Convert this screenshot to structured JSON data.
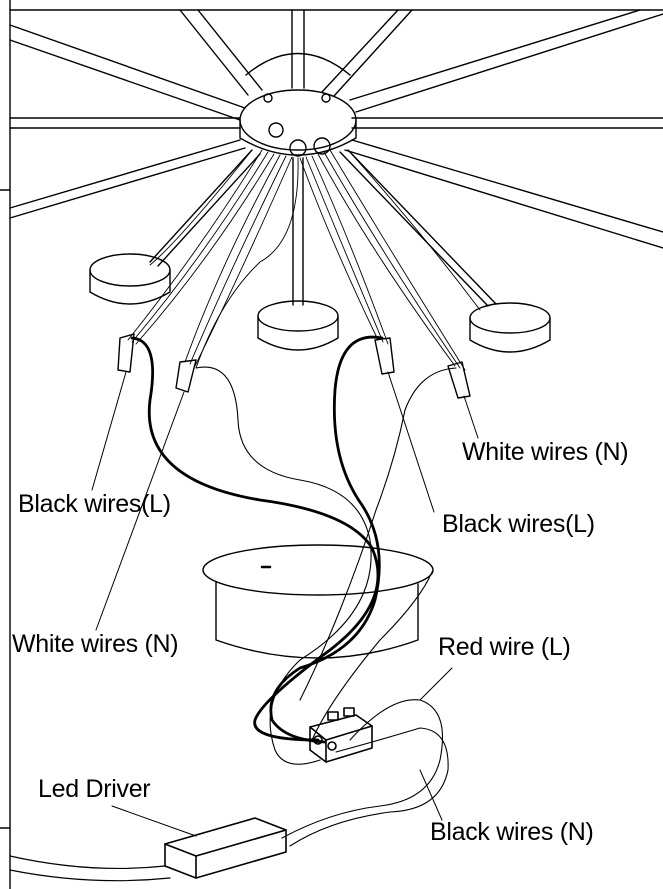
{
  "labels": {
    "white_wires_top_right": "White wires (N)",
    "black_wires_left": "Black wires(L)",
    "black_wires_right": "Black wires(L)",
    "white_wires_left": "White wires (N)",
    "red_wire": "Red wire (L)",
    "led_driver": "Led Driver",
    "black_wires_n": "Black wires (N)"
  },
  "colors": {
    "line": "#000000",
    "background": "#ffffff"
  }
}
